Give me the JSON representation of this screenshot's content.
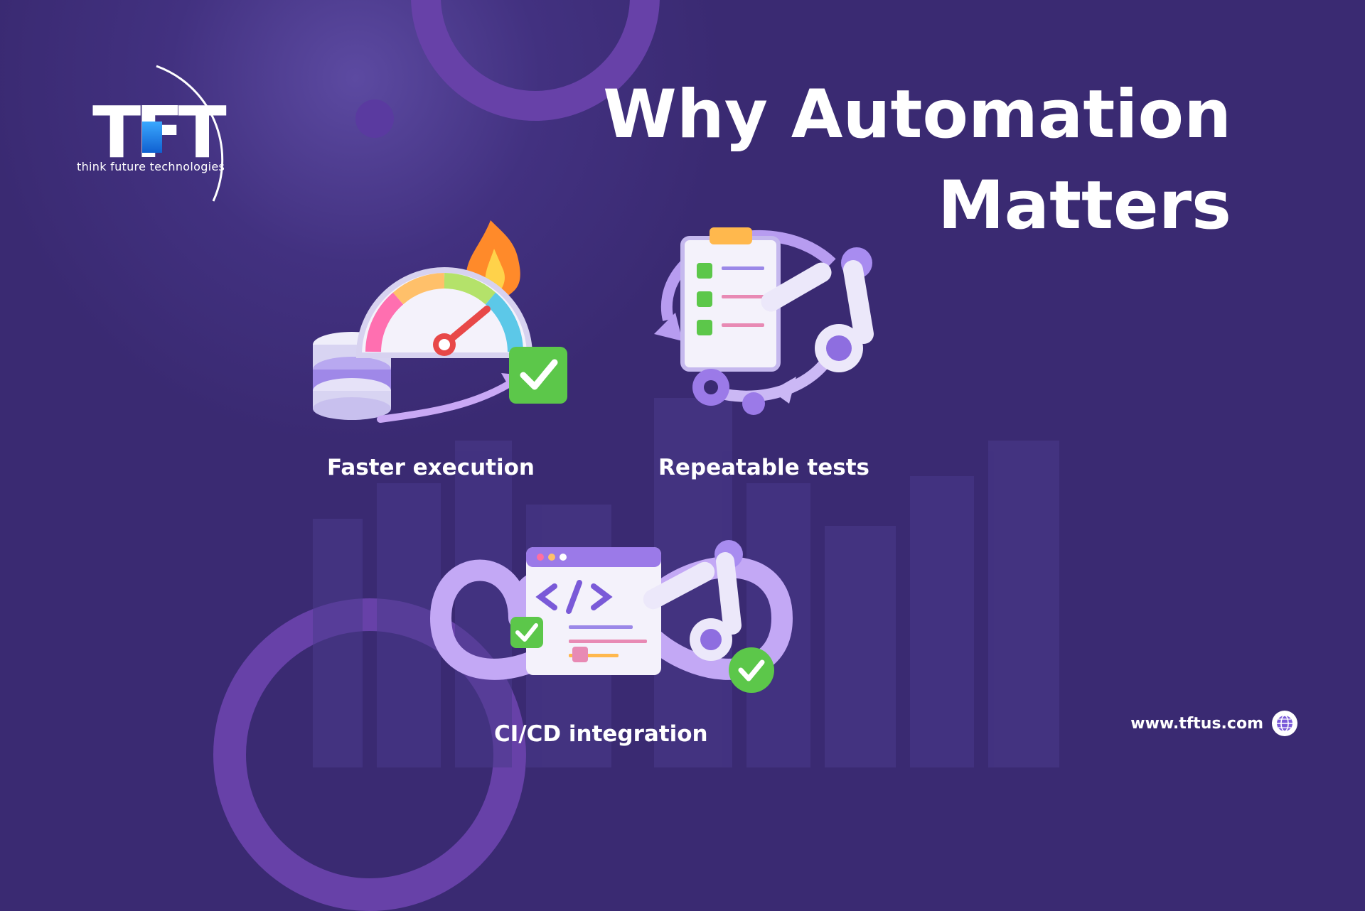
{
  "slide": {
    "title_line1": "Why Automation",
    "title_line2": "Matters"
  },
  "logo": {
    "mark": "TFT",
    "tagline": "think future technologies"
  },
  "features": [
    {
      "label": "Faster execution",
      "icon": "speedometer-icon"
    },
    {
      "label": "Repeatable tests",
      "icon": "checklist-robot-arm-icon"
    },
    {
      "label": "CI/CD integration",
      "icon": "infinity-pipeline-icon"
    }
  ],
  "footer": {
    "url": "www.tftus.com",
    "icon": "globe-icon"
  },
  "colors": {
    "background": "#3a2a72",
    "accent_ring": "#6741a8",
    "text": "#ffffff",
    "check_green": "#5cc74a"
  }
}
